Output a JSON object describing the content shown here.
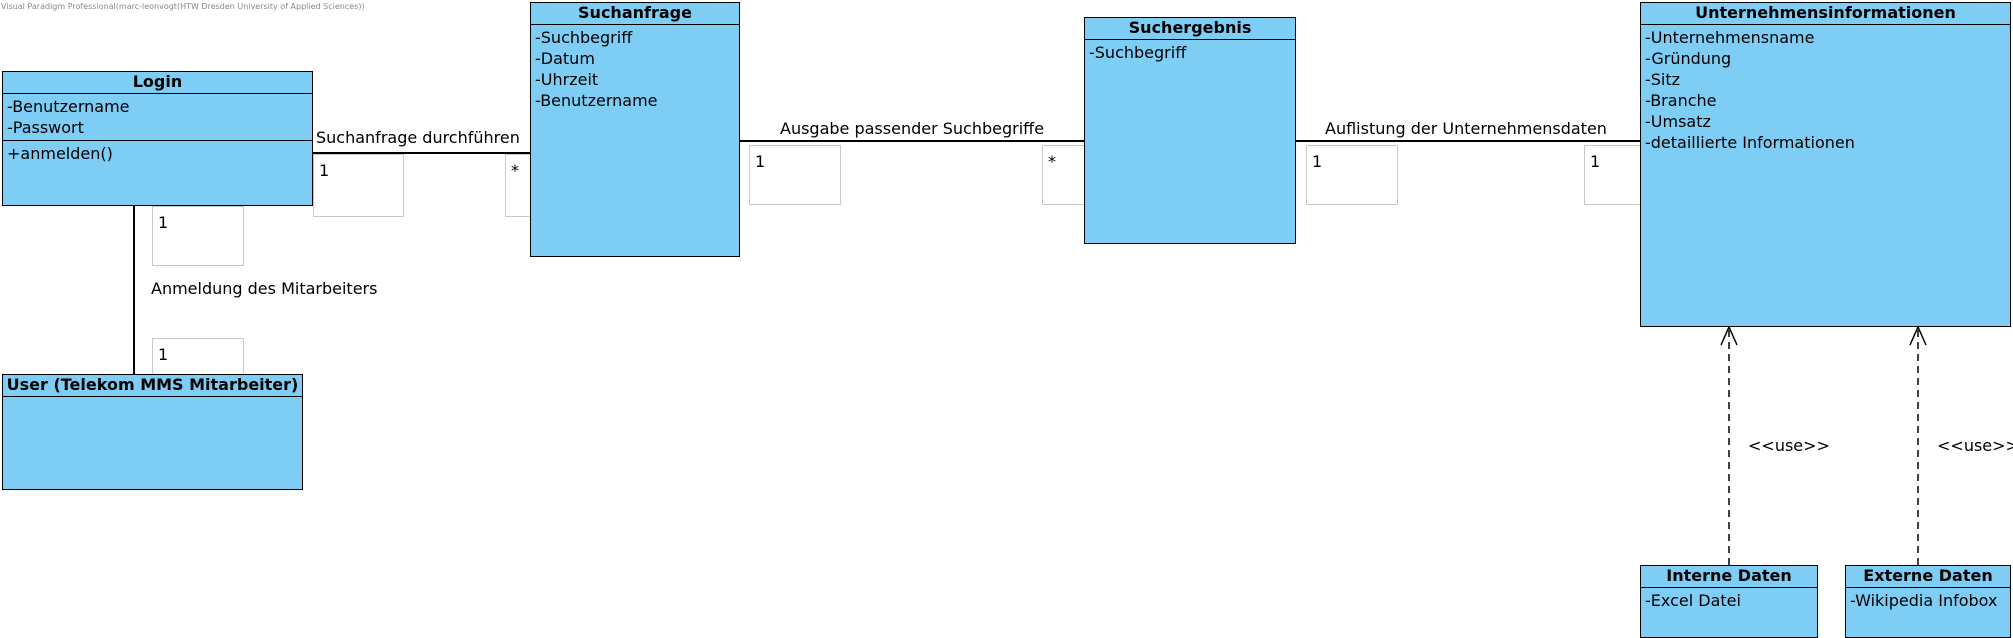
{
  "watermark": "Visual Paradigm Professional(marc-leonvogt(HTW Dresden University of Applied Sciences))",
  "classes": {
    "login": {
      "name": "Login",
      "attributes": [
        "-Benutzername",
        "-Passwort"
      ],
      "operations": [
        "+anmelden()"
      ]
    },
    "user": {
      "name": "User (Telekom MMS Mitarbeiter)"
    },
    "suchanfrage": {
      "name": "Suchanfrage",
      "attributes": [
        "-Suchbegriff",
        "-Datum",
        "-Uhrzeit",
        "-Benutzername"
      ]
    },
    "suchergebnis": {
      "name": "Suchergebnis",
      "attributes": [
        "-Suchbegriff"
      ]
    },
    "unternehmen": {
      "name": "Unternehmensinformationen",
      "attributes": [
        "-Unternehmensname",
        "-Gründung",
        "-Sitz",
        "-Branche",
        "-Umsatz",
        "-detaillierte Informationen"
      ]
    },
    "interne": {
      "name": "Interne Daten",
      "attributes": [
        "-Excel Datei"
      ]
    },
    "externe": {
      "name": "Externe Daten",
      "attributes": [
        "-Wikipedia Infobox"
      ]
    }
  },
  "associations": {
    "login_user": {
      "label": "Anmeldung des Mitarbeiters",
      "mult_a": "1",
      "mult_b": "1"
    },
    "login_suchanfrage": {
      "label": "Suchanfrage durchführen",
      "mult_a": "1",
      "mult_b": "*"
    },
    "suchanfrage_suchergebnis": {
      "label": "Ausgabe passender Suchbegriffe",
      "mult_a": "1",
      "mult_b": "*"
    },
    "suchergebnis_unternehmen": {
      "label": "Auflistung der Unternehmensdaten",
      "mult_a": "1",
      "mult_b": "1"
    }
  },
  "dependencies": {
    "interne_use": {
      "label": "<<use>>"
    },
    "externe_use": {
      "label": "<<use>>"
    }
  }
}
